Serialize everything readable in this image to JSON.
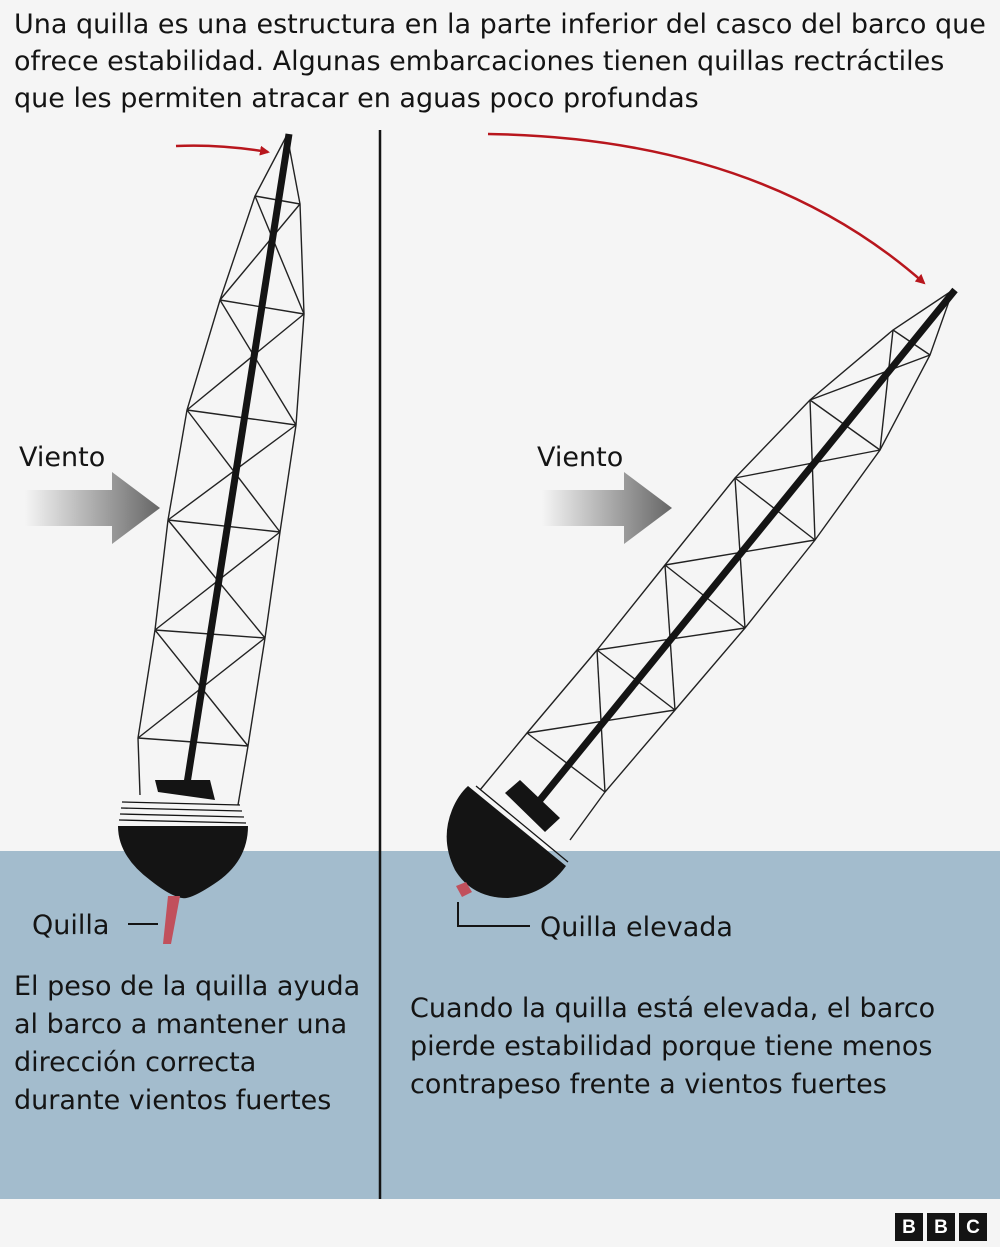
{
  "heading": "Una quilla es una estructura en la parte inferior del casco del barco que ofrece estabilidad. Algunas embarcaciones tienen quillas rectráctiles que les permiten atracar en aguas poco profundas",
  "colors": {
    "background": "#f5f5f5",
    "water": "#a3bccd",
    "hull": "#141414",
    "keel": "#c1505c",
    "arrow_red": "#b8161d",
    "wind_arrow": "#6b6b6b"
  },
  "left_panel": {
    "wind_label": "Viento",
    "keel_label": "Quilla",
    "caption": "El peso de la quilla ayuda al barco a mantener una dirección correcta durante vientos fuertes"
  },
  "right_panel": {
    "wind_label": "Viento",
    "keel_label": "Quilla elevada",
    "caption": "Cuando la quilla está elevada, el barco pierde estabilidad porque tiene menos contrapeso frente a vientos fuertes"
  },
  "logo": {
    "letters": [
      "B",
      "B",
      "C"
    ]
  }
}
